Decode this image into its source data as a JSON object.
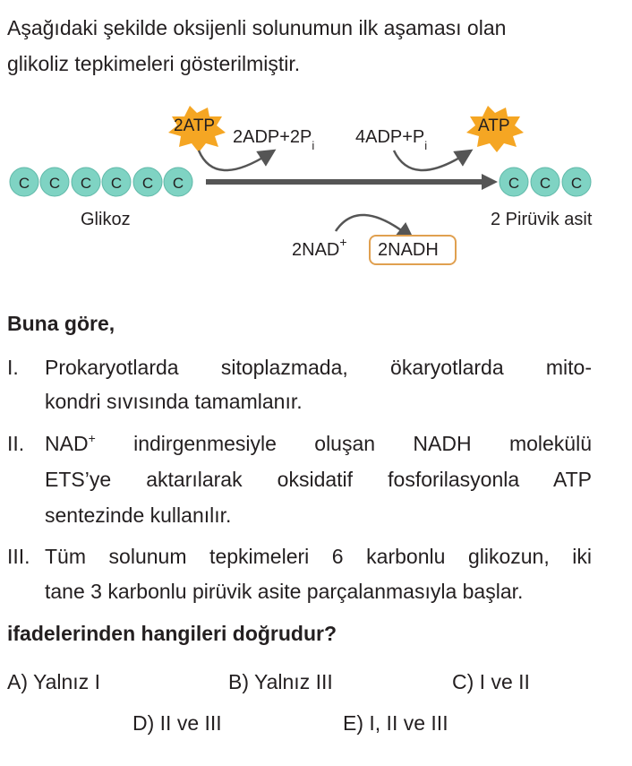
{
  "intro": [
    "Aşağıdaki şekilde oksijenli solunumun ilk aşaması olan",
    "glikoliz tepkimeleri gösterilmiştir."
  ],
  "diagram": {
    "atp_in": "2ATP",
    "adp_out": "2ADP+2P",
    "adp_out_sub": "i",
    "adp_in": "4ADP+P",
    "adp_in_sub": "i",
    "atp_out": "ATP",
    "carbon": "C",
    "glucose_label": "Glikoz",
    "pyruvate_label": "2 Pirüvik asit",
    "nad": "2NAD",
    "nad_sup": "+",
    "nadh": "2NADH",
    "colors": {
      "carbon": "#7fd3c3",
      "star": "#f5a623",
      "arrow": "#555555",
      "nadh_border": "#e0a050"
    }
  },
  "prompt": "Buna göre,",
  "statements": [
    {
      "label": "I.",
      "lines": [
        "Prokaryotlarda sitoplazmada, ökaryotlarda mito-",
        "kondri sıvısında tamamlanır."
      ]
    },
    {
      "label": "II.",
      "nad": "NAD",
      "nad_sup": "+",
      "first_rest": " indirgenmesiyle oluşan NADH molekülü",
      "lines": [
        "ETS’ye aktarılarak oksidatif fosforilasyonla ATP",
        "sentezinde kullanılır."
      ]
    },
    {
      "label": "III.",
      "lines": [
        "Tüm solunum tepkimeleri 6 karbonlu glikozun, iki",
        "tane 3 karbonlu pirüvik asite parçalanmasıyla başlar."
      ]
    }
  ],
  "question": "ifadelerinden hangileri doğrudur?",
  "options": [
    "A) Yalnız I",
    "B) Yalnız III",
    "C) I ve II",
    "D) II ve III",
    "E) I, II ve III"
  ]
}
